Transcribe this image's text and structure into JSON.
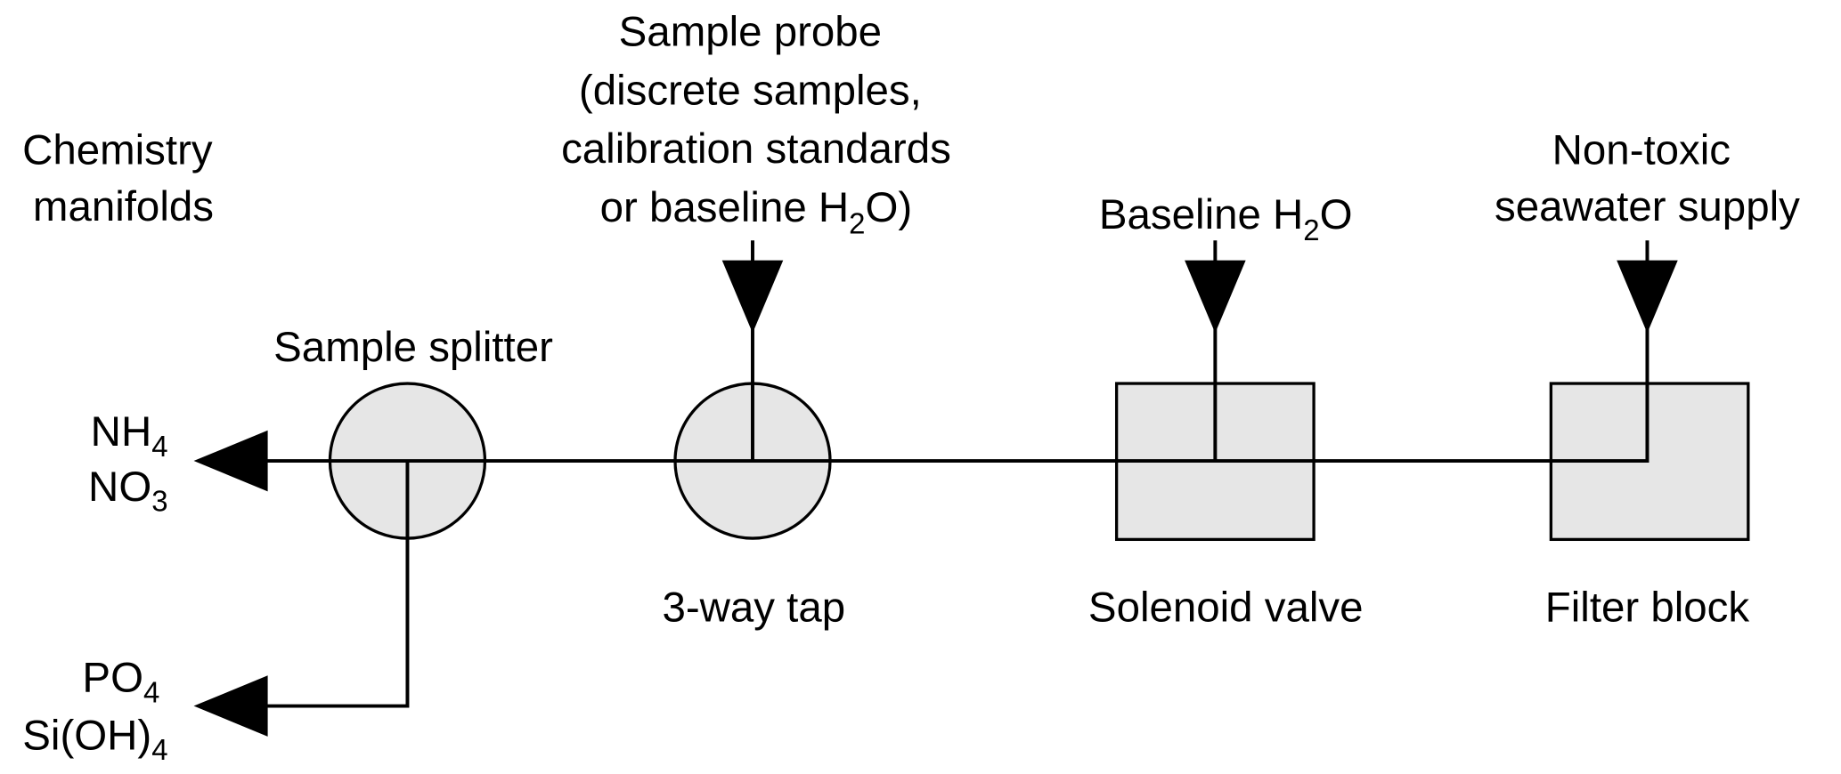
{
  "labels": {
    "chemistry_manifolds": [
      "Chemistry",
      "manifolds"
    ],
    "sample_probe": {
      "line1": "Sample probe",
      "line2": "(discrete samples,",
      "line3": "calibration standards",
      "line4_pre": "or baseline H",
      "line4_sub": "2",
      "line4_post": "O)"
    },
    "baseline_h2o": {
      "pre": "Baseline H",
      "sub": "2",
      "post": "O"
    },
    "seawater_supply": [
      "Non-toxic",
      "seawater supply"
    ],
    "sample_splitter": "Sample splitter",
    "three_way_tap": "3-way tap",
    "solenoid_valve": "Solenoid valve",
    "filter_block": "Filter block",
    "output_1": [
      {
        "base": "NH",
        "sub": "4"
      },
      {
        "base": "NO",
        "sub": "3"
      }
    ],
    "output_2": [
      {
        "base": "PO",
        "sub": "4"
      },
      {
        "base": "Si(OH)",
        "sub": "4"
      }
    ]
  },
  "colors": {
    "component_fill": "#e6e6e6",
    "line": "#000000"
  }
}
